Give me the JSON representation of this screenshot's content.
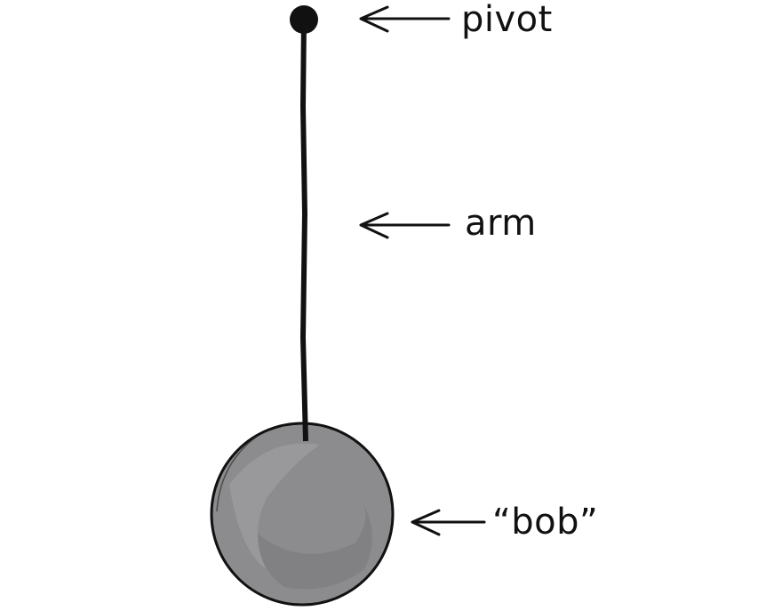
{
  "diagram": {
    "labels": {
      "pivot": "pivot",
      "arm": "arm",
      "bob": "“bob”"
    },
    "colors": {
      "ink": "#111111",
      "bob_fill": "#8c8c8e",
      "bob_shade": "#7a7a7c",
      "bob_highlight": "#a4a4a6",
      "background": "#ffffff"
    }
  }
}
